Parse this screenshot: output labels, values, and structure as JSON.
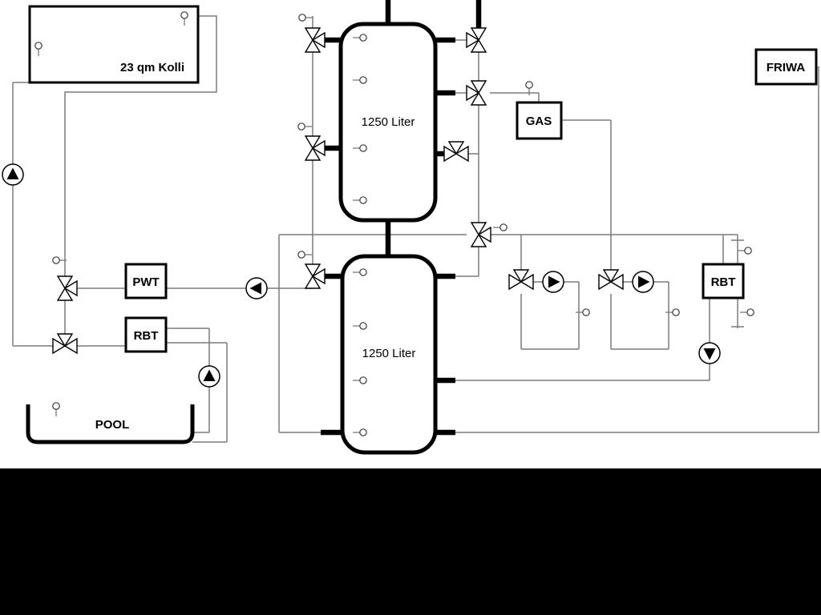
{
  "diagram": {
    "collector_label": "23 qm Kolli",
    "upper_tank_label": "1250 Liter",
    "lower_tank_label": "1250 Liter",
    "pwt_label": "PWT",
    "rbt_left_label": "RBT",
    "rbt_right_label": "RBT",
    "gas_label": "GAS",
    "friwa_label": "FRIWA",
    "pool_label": "POOL"
  }
}
